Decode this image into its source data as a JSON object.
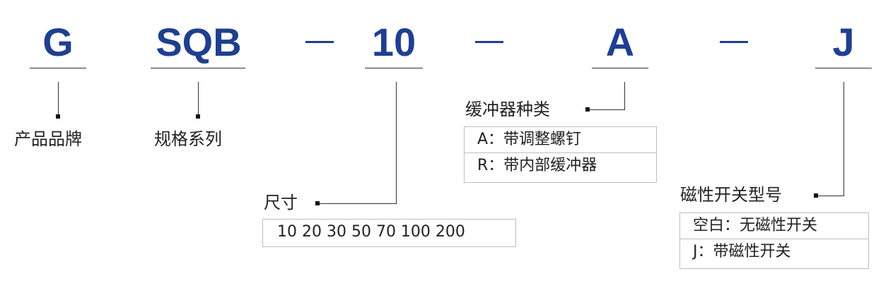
{
  "code": {
    "segments": [
      "G",
      "SQB",
      "10",
      "A",
      "J"
    ],
    "dashes": [
      "—",
      "—",
      "—"
    ]
  },
  "fields": {
    "brand": {
      "label": "产品品牌"
    },
    "series": {
      "label": "规格系列"
    },
    "size": {
      "label": "尺寸",
      "options": [
        "10 20 30 50 70 100 200"
      ]
    },
    "buffer": {
      "label": "缓冲器种类",
      "options": [
        "A：带调整螺钉",
        "R：带内部缓冲器"
      ]
    },
    "switch": {
      "label": "磁性开关型号",
      "options": [
        "空白：无磁性开关",
        "J：带磁性开关"
      ]
    }
  },
  "colors": {
    "code": "#1f3f8f",
    "line": "#333333",
    "border": "#bdbdbd"
  }
}
